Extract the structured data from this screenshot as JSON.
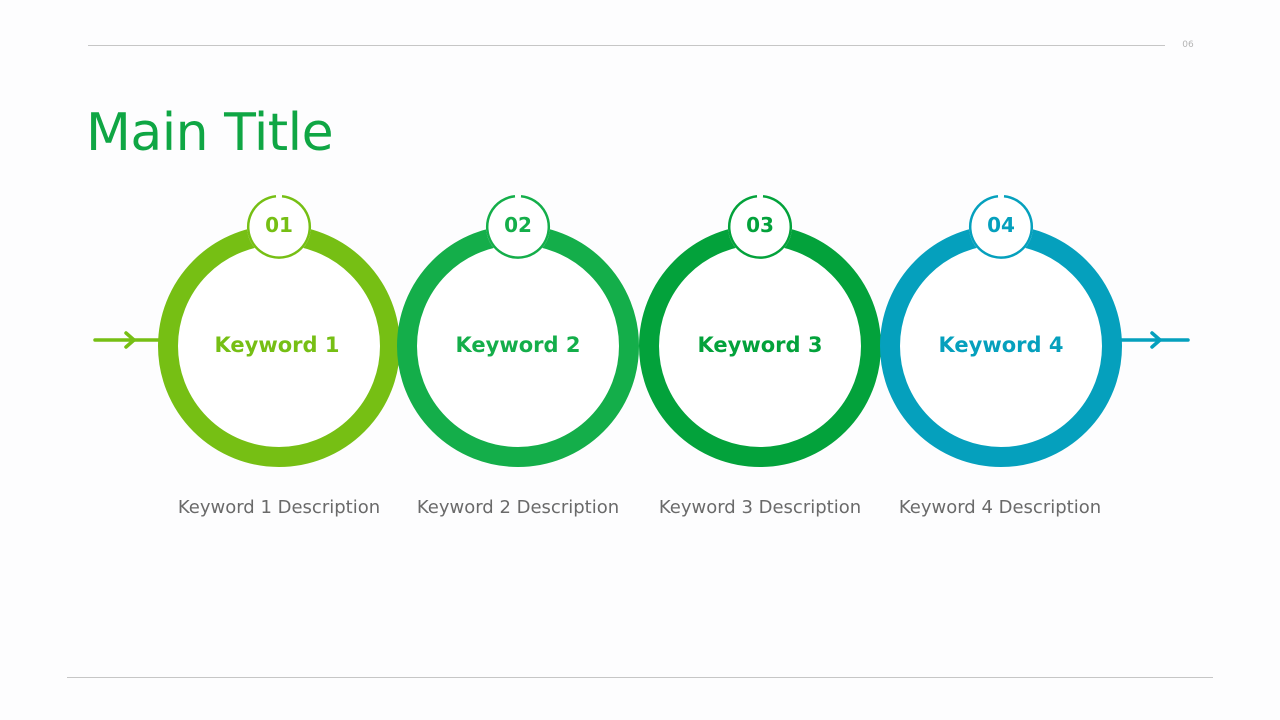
{
  "header": {
    "page_number": "06"
  },
  "title": "Main Title",
  "colors": {
    "title": "#0fa644",
    "step1": "#76bf14",
    "step2": "#14ae4a",
    "step3": "#03a23b",
    "step4": "#05a0bd",
    "description_text": "#6a6a6a",
    "rule": "#c6c6c6"
  },
  "flow": {
    "start_arrow_icon": "arrow-right",
    "end_arrow_icon": "arrow-right"
  },
  "steps": [
    {
      "number": "01",
      "keyword": "Keyword 1",
      "description": "Keyword 1 Description",
      "color": "#76bf14"
    },
    {
      "number": "02",
      "keyword": "Keyword 2",
      "description": "Keyword 2 Description",
      "color": "#14ae4a"
    },
    {
      "number": "03",
      "keyword": "Keyword 3",
      "description": "Keyword 3 Description",
      "color": "#03a23b"
    },
    {
      "number": "04",
      "keyword": "Keyword 4",
      "description": "Keyword 4 Description",
      "color": "#05a0bd"
    }
  ]
}
